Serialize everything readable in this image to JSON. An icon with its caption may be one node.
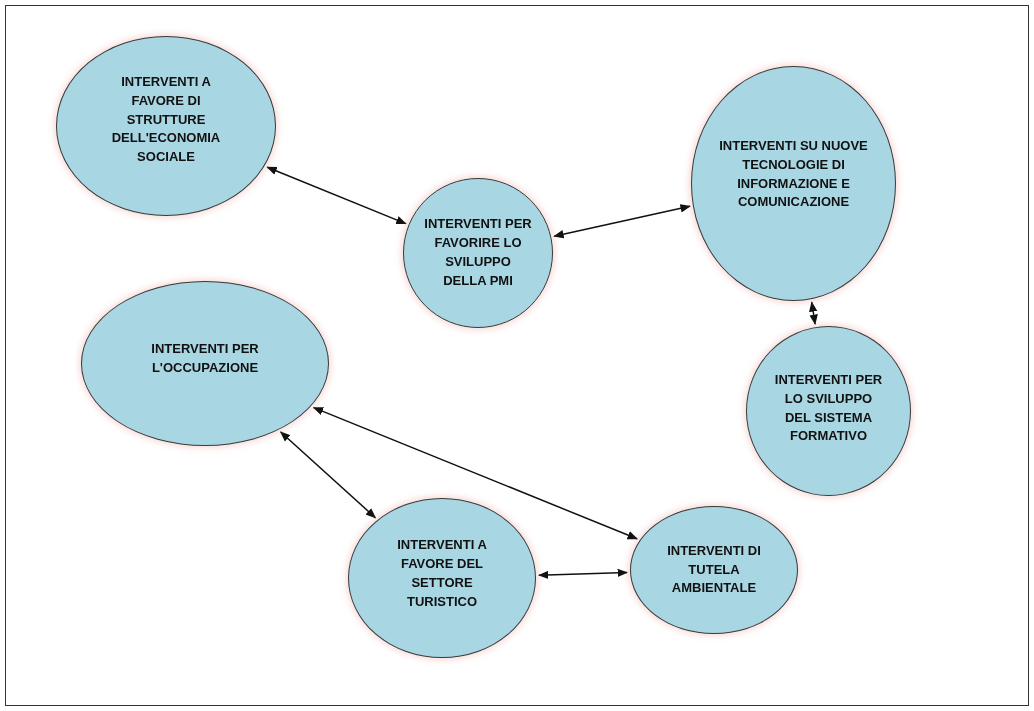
{
  "diagram": {
    "nodes": [
      {
        "text": [
          "INTERVENTI A FAVORE DI STRUTTURE DELL'ECONOMIA SOCIALE"
        ]
      },
      {
        "text": [
          "INTERVENTI PER FAVORIRE LO SVILUPPO DELLA PMI"
        ]
      },
      {
        "text": [
          "INTERVENTI SU NUOVE TECNOLOGIE DI INFORMAZIONE E COMUNICAZIONE"
        ]
      },
      {
        "text": [
          "INTERVENTI PER L'OCCUPAZIONE"
        ]
      },
      {
        "text": [
          "INTERVENTI PER LO SVILUPPO DEL SISTEMA FORMATIVO"
        ]
      },
      {
        "text": [
          "INTERVENTI A FAVORE DEL SETTORE TURISTICO"
        ]
      },
      {
        "text": [
          "INTERVENTI DI TUTELA AMBIENTALE"
        ]
      }
    ],
    "edges": [
      {
        "from": 0,
        "to": 1,
        "arrow": "both"
      },
      {
        "from": 1,
        "to": 2,
        "arrow": "both"
      },
      {
        "from": 2,
        "to": 4,
        "arrow": "both"
      },
      {
        "from": 3,
        "to": 5,
        "arrow": "both"
      },
      {
        "from": 3,
        "to": 6,
        "arrow": "both"
      },
      {
        "from": 5,
        "to": 6,
        "arrow": "both"
      }
    ]
  }
}
